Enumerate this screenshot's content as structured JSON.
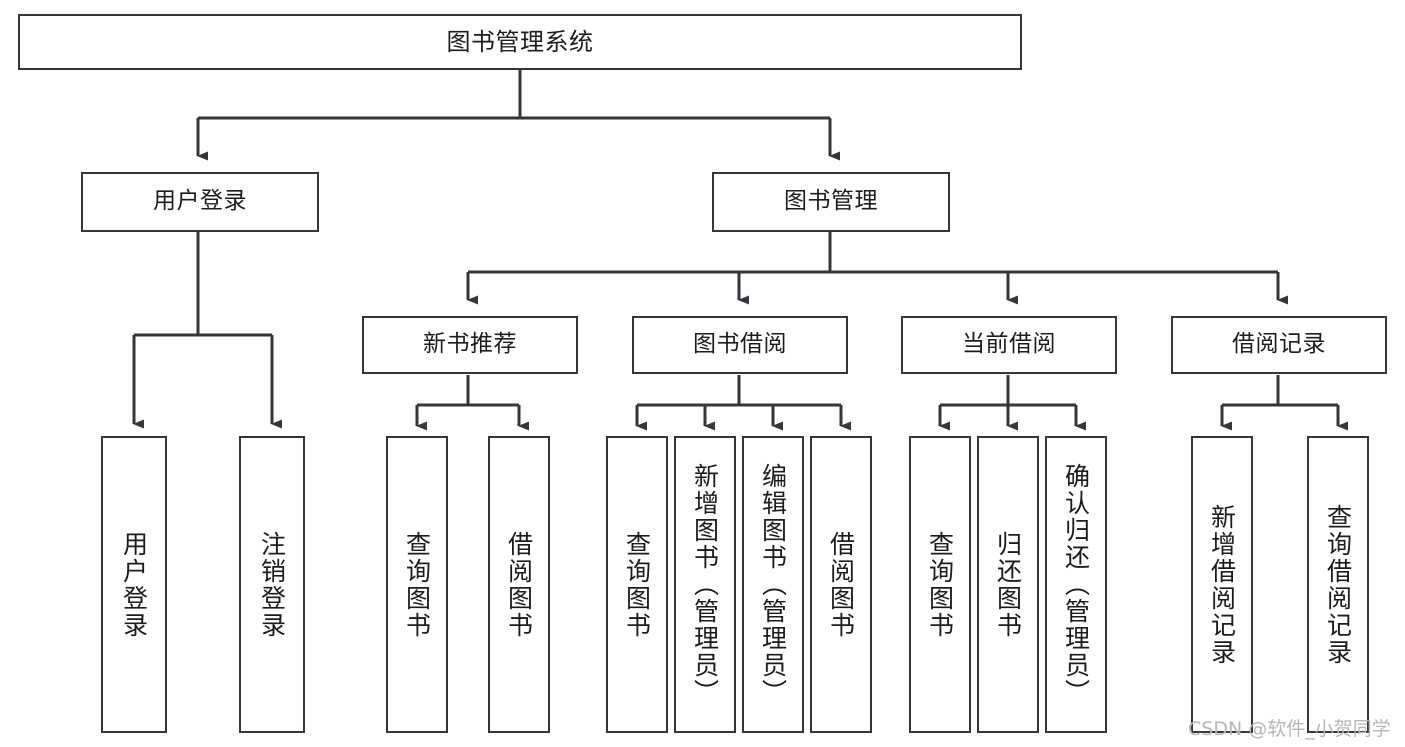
{
  "diagram": {
    "title": "图书管理系统",
    "type": "hierarchy-tree",
    "root": {
      "id": "root",
      "label": "图书管理系统"
    },
    "level1": [
      {
        "id": "user-login",
        "label": "用户登录"
      },
      {
        "id": "book-manage",
        "label": "图书管理"
      }
    ],
    "level2": [
      {
        "id": "new-book-recommend",
        "label": "新书推荐",
        "parent": "book-manage"
      },
      {
        "id": "book-borrow",
        "label": "图书借阅",
        "parent": "book-manage"
      },
      {
        "id": "current-borrow",
        "label": "当前借阅",
        "parent": "book-manage"
      },
      {
        "id": "borrow-record",
        "label": "借阅记录",
        "parent": "book-manage"
      }
    ],
    "leaves": [
      {
        "id": "leaf-user-login",
        "label": "用户登录",
        "parent": "user-login"
      },
      {
        "id": "leaf-user-logout",
        "label": "注销登录",
        "parent": "user-login"
      },
      {
        "id": "leaf-query-book-1",
        "label": "查询图书",
        "parent": "new-book-recommend"
      },
      {
        "id": "leaf-borrow-book-1",
        "label": "借阅图书",
        "parent": "new-book-recommend"
      },
      {
        "id": "leaf-query-book-2",
        "label": "查询图书",
        "parent": "book-borrow"
      },
      {
        "id": "leaf-add-book",
        "label": "新增图书（管理员）",
        "parent": "book-borrow"
      },
      {
        "id": "leaf-edit-book",
        "label": "编辑图书（管理员）",
        "parent": "book-borrow"
      },
      {
        "id": "leaf-borrow-book-2",
        "label": "借阅图书",
        "parent": "book-borrow"
      },
      {
        "id": "leaf-query-book-3",
        "label": "查询图书",
        "parent": "current-borrow"
      },
      {
        "id": "leaf-return-book",
        "label": "归还图书",
        "parent": "current-borrow"
      },
      {
        "id": "leaf-confirm-return",
        "label": "确认归还（管理员）",
        "parent": "current-borrow"
      },
      {
        "id": "leaf-add-record",
        "label": "新增借阅记录",
        "parent": "borrow-record"
      },
      {
        "id": "leaf-query-record",
        "label": "查询借阅记录",
        "parent": "borrow-record"
      }
    ]
  },
  "watermark": {
    "text": "CSDN @软件_小贺同学"
  },
  "colors": {
    "background": "#ffffff",
    "box_border": "#33363b",
    "box_fill": "#ffffff",
    "connector": "#33363b",
    "text": "#1b1c1f",
    "watermark": "#b4b6ba"
  }
}
